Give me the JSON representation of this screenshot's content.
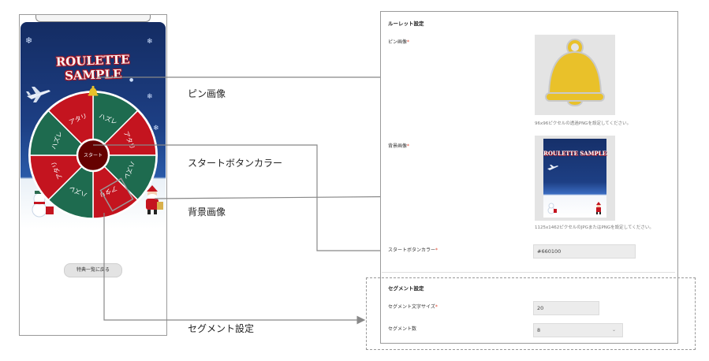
{
  "phone": {
    "logo_text": "ROULETTE SAMPLE",
    "start_button_label": "スタート",
    "back_button_label": "特典一覧に戻る",
    "segments": [
      "ハズレ",
      "アタリ",
      "ハズレ",
      "アタリ",
      "ハズレ",
      "アタリ",
      "ハズレ",
      "アタリ"
    ],
    "segment_colors": [
      "#1e6b4f",
      "#c4141f"
    ],
    "start_color": "#660100"
  },
  "annotations": {
    "pin_image": "ピン画像",
    "start_button_color": "スタートボタンカラー",
    "background_image": "背景画像",
    "segment_settings": "セグメント設定"
  },
  "settings": {
    "section_title": "ルーレット設定",
    "pin_image_label": "ピン画像",
    "pin_image_note": "96x96ピクセルの透過PNGを設定してください。",
    "bg_image_label": "背景画像",
    "bg_image_note": "1125x1462ピクセルのJPGまたはPNGを設定してください。",
    "bg_thumb_logo": "ROULETTE SAMPLE",
    "start_color_label": "スタートボタンカラー",
    "start_color_value": "#660100",
    "segment_section_title": "セグメント設定",
    "segment_font_size_label": "セグメント文字サイズ",
    "segment_font_size_value": "20",
    "segment_count_label": "セグメント数",
    "segment_count_value": "8",
    "required_mark": "*"
  },
  "colors": {
    "bell": "#e9c12a",
    "arrow": "#888888"
  },
  "icons": [
    "bell-icon",
    "airplane-icon",
    "snowman-icon",
    "santa-icon",
    "snowflake-icon",
    "chevron-down-icon"
  ]
}
